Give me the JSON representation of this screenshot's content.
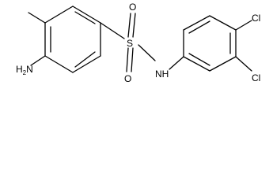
{
  "atoms": {
    "amine": {
      "main": "H",
      "sub": "2",
      "suffix": "N"
    },
    "sulfur": "S",
    "oxygen_top": "O",
    "oxygen_bottom": "O",
    "nh": "NH",
    "chlorine_top": "Cl",
    "chlorine_bottom": "Cl"
  }
}
